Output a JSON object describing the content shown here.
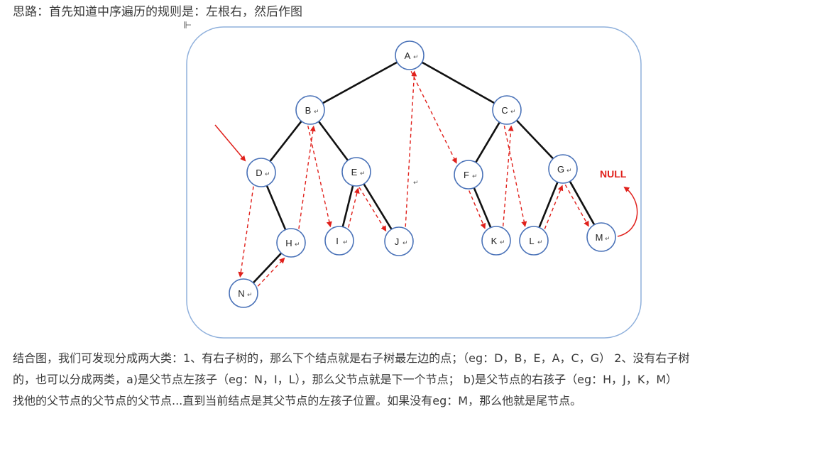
{
  "heading": "思路：首先知道中序遍历的规则是：左根右，然后作图",
  "diagram": {
    "nodes": [
      {
        "id": "A",
        "label": "A"
      },
      {
        "id": "B",
        "label": "B"
      },
      {
        "id": "C",
        "label": "C"
      },
      {
        "id": "D",
        "label": "D"
      },
      {
        "id": "E",
        "label": "E"
      },
      {
        "id": "F",
        "label": "F"
      },
      {
        "id": "G",
        "label": "G"
      },
      {
        "id": "H",
        "label": "H"
      },
      {
        "id": "I",
        "label": "I"
      },
      {
        "id": "J",
        "label": "J"
      },
      {
        "id": "K",
        "label": "K"
      },
      {
        "id": "L",
        "label": "L"
      },
      {
        "id": "M",
        "label": "M"
      },
      {
        "id": "N",
        "label": "N"
      }
    ],
    "edges": [
      [
        "A",
        "B"
      ],
      [
        "A",
        "C"
      ],
      [
        "B",
        "D"
      ],
      [
        "B",
        "E"
      ],
      [
        "D",
        "H"
      ],
      [
        "H",
        "N"
      ],
      [
        "E",
        "I"
      ],
      [
        "E",
        "J"
      ],
      [
        "C",
        "F"
      ],
      [
        "C",
        "G"
      ],
      [
        "F",
        "K"
      ],
      [
        "G",
        "L"
      ],
      [
        "G",
        "M"
      ]
    ],
    "traversal_order": [
      "D",
      "N",
      "H",
      "B",
      "I",
      "E",
      "J",
      "A",
      "F",
      "K",
      "C",
      "L",
      "G",
      "M"
    ],
    "null_label": "NULL",
    "edge_color": "#111111",
    "arrow_color": "#e0201b",
    "node_stroke": "#4a72b8",
    "frame_stroke": "#8fb0dc"
  },
  "paragraph": {
    "line1": "结合图，我们可发现分成两大类：1、有右子树的，那么下个结点就是右子树最左边的点；（eg：D，B，E，A，C，G） 2、没有右子树",
    "line2": "的，也可以分成两类，a)是父节点左孩子（eg：N，I，L），那么父节点就是下一个节点； b)是父节点的右孩子（eg：H，J，K，M）",
    "line3": "找他的父节点的父节点的父节点...直到当前结点是其父节点的左孩子位置。如果没有eg：M，那么他就是尾节点。"
  }
}
